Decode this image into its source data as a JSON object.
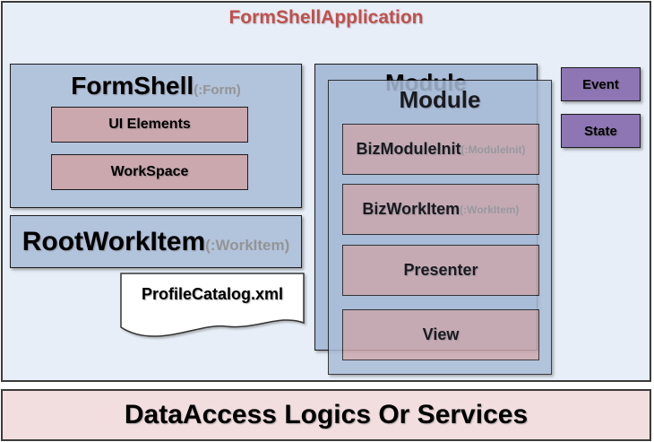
{
  "app": {
    "title": "FormShellApplication"
  },
  "colors": {
    "title_red": "#c0504d",
    "container_bg": "#e7eef7",
    "panel_blue": "#b2c3dc",
    "module_blue": "#a9bcd8",
    "item_pink": "#cba7ae",
    "event_purple": "#8e75b3",
    "bottom_bar_pink": "#f2dede"
  },
  "form_shell": {
    "title": "FormShell",
    "type_suffix": "(:Form)",
    "items": [
      {
        "label": "UI Elements"
      },
      {
        "label": "WorkSpace"
      }
    ]
  },
  "root_work_item": {
    "title": "RootWorkItem",
    "type_suffix": "(:WorkItem)"
  },
  "profile_catalog": {
    "label": "ProfileCatalog.xml"
  },
  "module_back": {
    "title": "Module"
  },
  "module_front": {
    "title": "Module",
    "items": [
      {
        "label": "BizModuleInit",
        "type_suffix": "(:ModuleInit)"
      },
      {
        "label": "BizWorkItem",
        "type_suffix": "(:WorkItem)"
      },
      {
        "label": "Presenter",
        "type_suffix": ""
      },
      {
        "label": "View",
        "type_suffix": ""
      }
    ]
  },
  "side_panel": {
    "items": [
      {
        "label": "Event"
      },
      {
        "label": "State"
      }
    ]
  },
  "bottom_bar": {
    "label": "DataAccess Logics Or Services"
  }
}
